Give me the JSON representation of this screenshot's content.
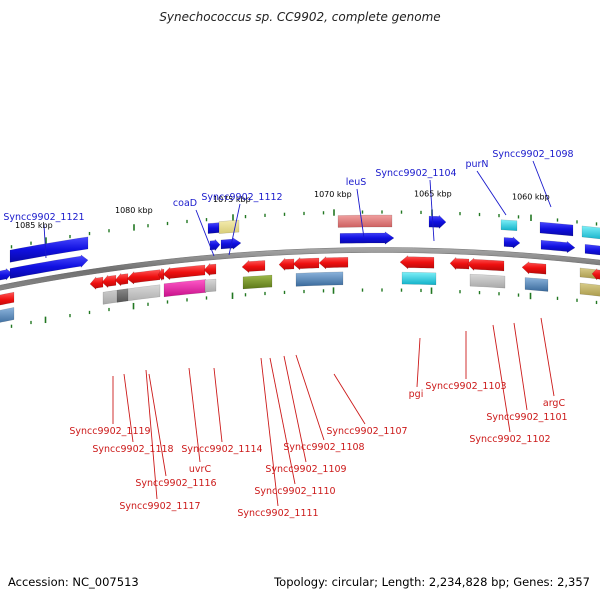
{
  "title": "Synechococcus sp. CC9902, complete genome",
  "footer": {
    "accession": "Accession: NC_007513",
    "topology": "Topology: circular; Length: 2,234,828 bp; Genes: 2,357"
  },
  "colors": {
    "forward": "#1a1aee",
    "reverse": "#ee1a1a",
    "forward_label": "#1a1acc",
    "reverse_label": "#cc1a1a",
    "backbone": "#777777",
    "tick": "#227722"
  },
  "scale_labels": [
    "1085 kbp",
    "1080 kbp",
    "1075 kbp",
    "1070 kbp",
    "1065 kbp",
    "1060 kbp"
  ],
  "top_labels": [
    "Syncc9902_1121",
    "coaD",
    "Syncc9902_1112",
    "leuS",
    "Syncc9902_1104",
    "purN",
    "Syncc9902_1098"
  ],
  "bottom_labels": [
    "Syncc9902_1119",
    "Syncc9902_1118",
    "Syncc9902_1116",
    "Syncc9902_1117",
    "uvrC",
    "Syncc9902_1114",
    "Syncc9902_1111",
    "Syncc9902_1110",
    "Syncc9902_1109",
    "Syncc9902_1108",
    "Syncc9902_1107",
    "pgi",
    "Syncc9902_1103",
    "Syncc9902_1101",
    "Syncc9902_1102",
    "argC"
  ]
}
